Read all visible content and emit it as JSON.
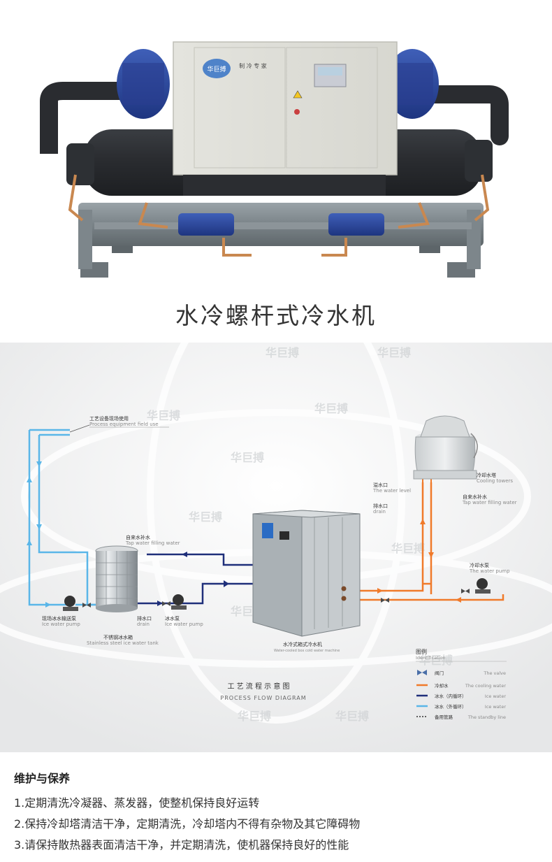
{
  "product": {
    "title": "水冷螺杆式冷水机",
    "panel_brand": "华巨搏",
    "panel_slogan": "制 冷 专 家"
  },
  "diagram": {
    "watermark_text": "华巨搏",
    "labels": {
      "field_cn": "工艺设备现场使用",
      "field_en": "Process equipment field use",
      "tap_cn": "自来水补水",
      "tap_en": "Tap water filling water",
      "tower_cn": "冷却水塔",
      "tower_en": "Cooling towers",
      "tower_tap_cn": "自来水补水",
      "tower_tap_en": "Tap water filling water",
      "overflow_cn": "溢水口",
      "overflow_en": "The water level",
      "drain_top_cn": "排水口",
      "drain_top_en": "drain",
      "cool_pump_cn": "冷却水泵",
      "cool_pump_en": "The water pump",
      "field_pump_cn": "现场冰水输送泵",
      "field_pump_en": "Ice water pump",
      "drain_cn": "排水口",
      "drain_en": "drain",
      "ice_pump_cn": "冰水泵",
      "ice_pump_en": "Ice water pump",
      "tank_cn": "不锈钢冰水箱",
      "tank_en": "Stainless steel ice water tank",
      "chiller_cn": "水冷式箱式冷水机",
      "chiller_en": "Water-cooled box cold water machine",
      "title_cn": "工 艺 流 程 示 意 图",
      "title_en": "PROCESS FLOW DIAGRAM"
    },
    "legend": {
      "title_cn": "图例",
      "title_en": "Identification",
      "items": [
        {
          "cn": "阀门",
          "en": "The valve"
        },
        {
          "cn": "冷却水",
          "en": "The cooling water"
        },
        {
          "cn": "冰水（内循环）",
          "en": "Ice water"
        },
        {
          "cn": "冰水（外循环）",
          "en": "Ice water"
        },
        {
          "cn": "备用管路",
          "en": "The standby line"
        }
      ]
    },
    "colors": {
      "cooling": "#f07a2a",
      "ice_inner": "#1f2f7a",
      "ice_outer": "#5ab6e8"
    }
  },
  "maintenance": {
    "title": "维护与保养",
    "items": [
      "1.定期清洗冷凝器、蒸发器，使整机保持良好运转",
      "2.保持冷却塔清洁干净，定期清洗，冷却塔内不得有杂物及其它障碍物",
      "3.请保持散热器表面清洁干净，并定期清洗，使机器保持良好的性能"
    ]
  }
}
